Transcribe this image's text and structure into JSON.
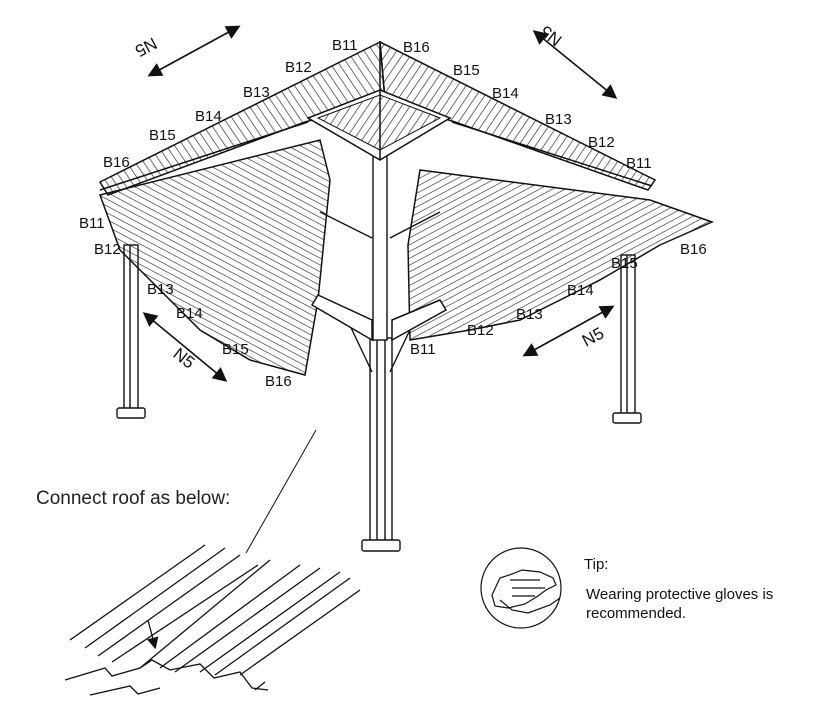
{
  "labels": {
    "left_roof_top": [
      "B11",
      "B12",
      "B13",
      "B14",
      "B15",
      "B16"
    ],
    "left_roof_side": [
      "B11",
      "B12",
      "B13",
      "B14",
      "B15",
      "B16"
    ],
    "right_roof_top": [
      "B16",
      "B15",
      "B14",
      "B13",
      "B12",
      "B11"
    ],
    "right_roof_side": [
      "B11",
      "B12",
      "B13",
      "B14",
      "B15",
      "B16"
    ]
  },
  "nail_code": "N5",
  "caption": "Connect roof as below:",
  "tip": {
    "title": "Tip:",
    "text": "Wearing protective gloves is recommended."
  },
  "icons": {
    "gloves": "gloves-icon",
    "arrow": "double-arrow-icon"
  },
  "colors": {
    "line": "#111111",
    "background": "#ffffff"
  }
}
